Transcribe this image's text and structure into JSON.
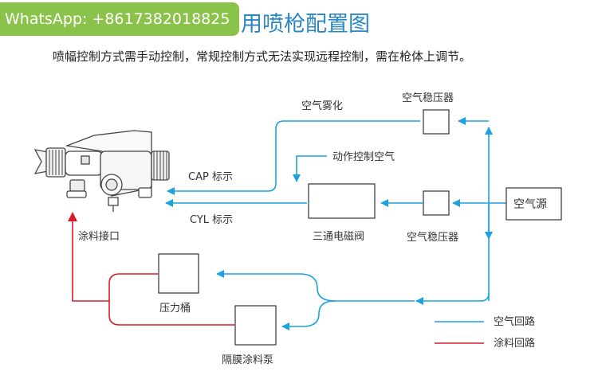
{
  "header": {
    "whatsapp": "WhatsApp: +8617382018825",
    "title": "用喷枪配置图",
    "subtitle": "喷幅控制方式需手动控制，常规控制方式无法实现远程控制，需在枪体上调节。"
  },
  "labels": {
    "air_regulator_top": "空气稳压器",
    "air_regulator_bottom": "空气稳压器",
    "air_atomize": "空气雾化",
    "action_air": "动作控制空气",
    "cap": "CAP 标示",
    "cyl": "CYL 标示",
    "solenoid": "三通电磁阀",
    "air_source": "空气源",
    "paint_inlet": "涂料接口",
    "pressure_tank": "压力桶",
    "pump": "隔膜涂料泵"
  },
  "legend": {
    "air_loop": "空气回路",
    "paint_loop": "涂料回路"
  },
  "colors": {
    "air": "#1aa3e0",
    "paint": "#d81b2a",
    "title": "#2a87c5",
    "badge": "#8bc34a"
  }
}
